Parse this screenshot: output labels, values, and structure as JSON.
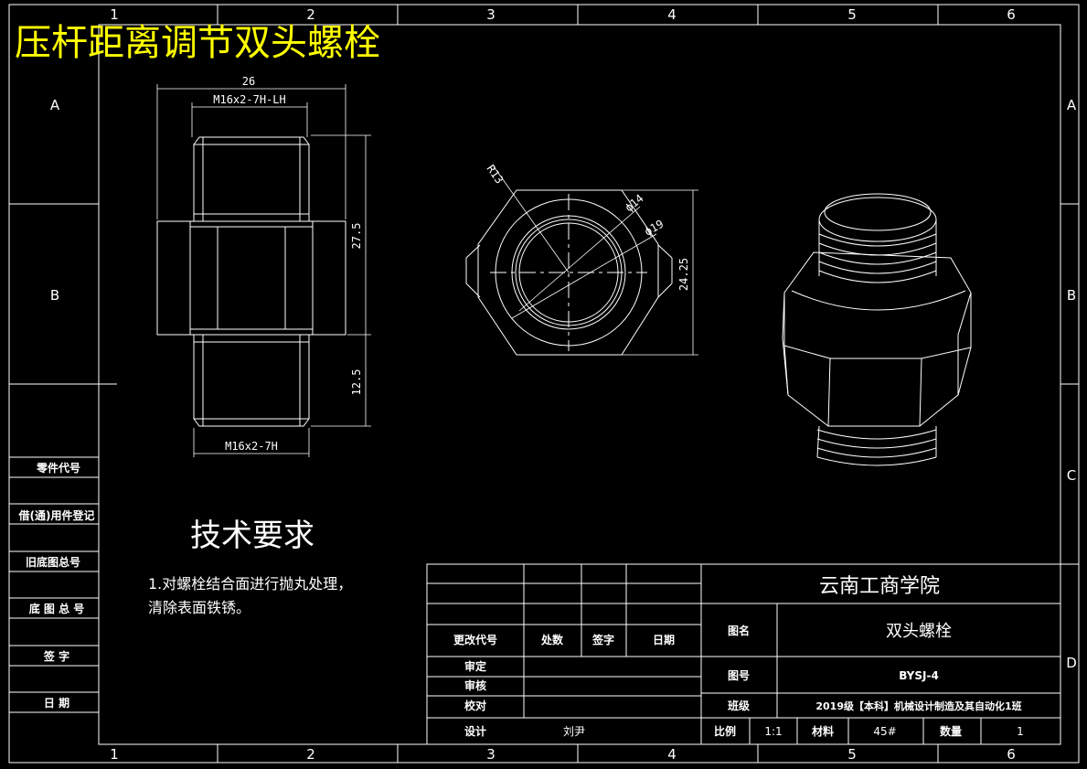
{
  "drawing_title": "压杆距离调节双头螺栓",
  "border": {
    "columns": [
      "1",
      "2",
      "3",
      "4",
      "5",
      "6"
    ],
    "rows": [
      "A",
      "B",
      "C",
      "D"
    ]
  },
  "left_strip": [
    "零件代号",
    "借(通)用件登记",
    "旧底图总号",
    "底 图 总 号",
    "签 字",
    "日 期"
  ],
  "dimensions": {
    "overall_width": "26",
    "top_thread": "M16x2-7H-LH",
    "bottom_thread": "M16x2-7H",
    "hex_height": "27.5",
    "lower_length": "12.5",
    "radius": "R13",
    "inner_dia": "ϕ14",
    "outer_dia": "ϕ19",
    "across_corners": "24.25"
  },
  "tech_requirements": {
    "heading": "技术要求",
    "lines": [
      "1.对螺栓结合面进行抛丸处理，",
      "清除表面铁锈。"
    ]
  },
  "title_block": {
    "school": "云南工商学院",
    "rev_headers": [
      "更改代号",
      "处数",
      "签字",
      "日期"
    ],
    "labels": {
      "review": "审定",
      "audit": "审核",
      "check": "校对",
      "design": "设计",
      "drawing_name": "图名",
      "drawing_no": "图号",
      "class": "班级",
      "scale": "比例",
      "material": "材料",
      "quantity": "数量"
    },
    "values": {
      "designer": "刘尹",
      "drawing_name": "双头螺栓",
      "drawing_no": "BYSJ-4",
      "class": "2019级【本科】机械设计制造及其自动化1班",
      "scale": "1:1",
      "material": "45#",
      "quantity": "1"
    }
  },
  "colors": {
    "line": "#ffffff",
    "title": "#ffff00",
    "background": "#000000"
  }
}
